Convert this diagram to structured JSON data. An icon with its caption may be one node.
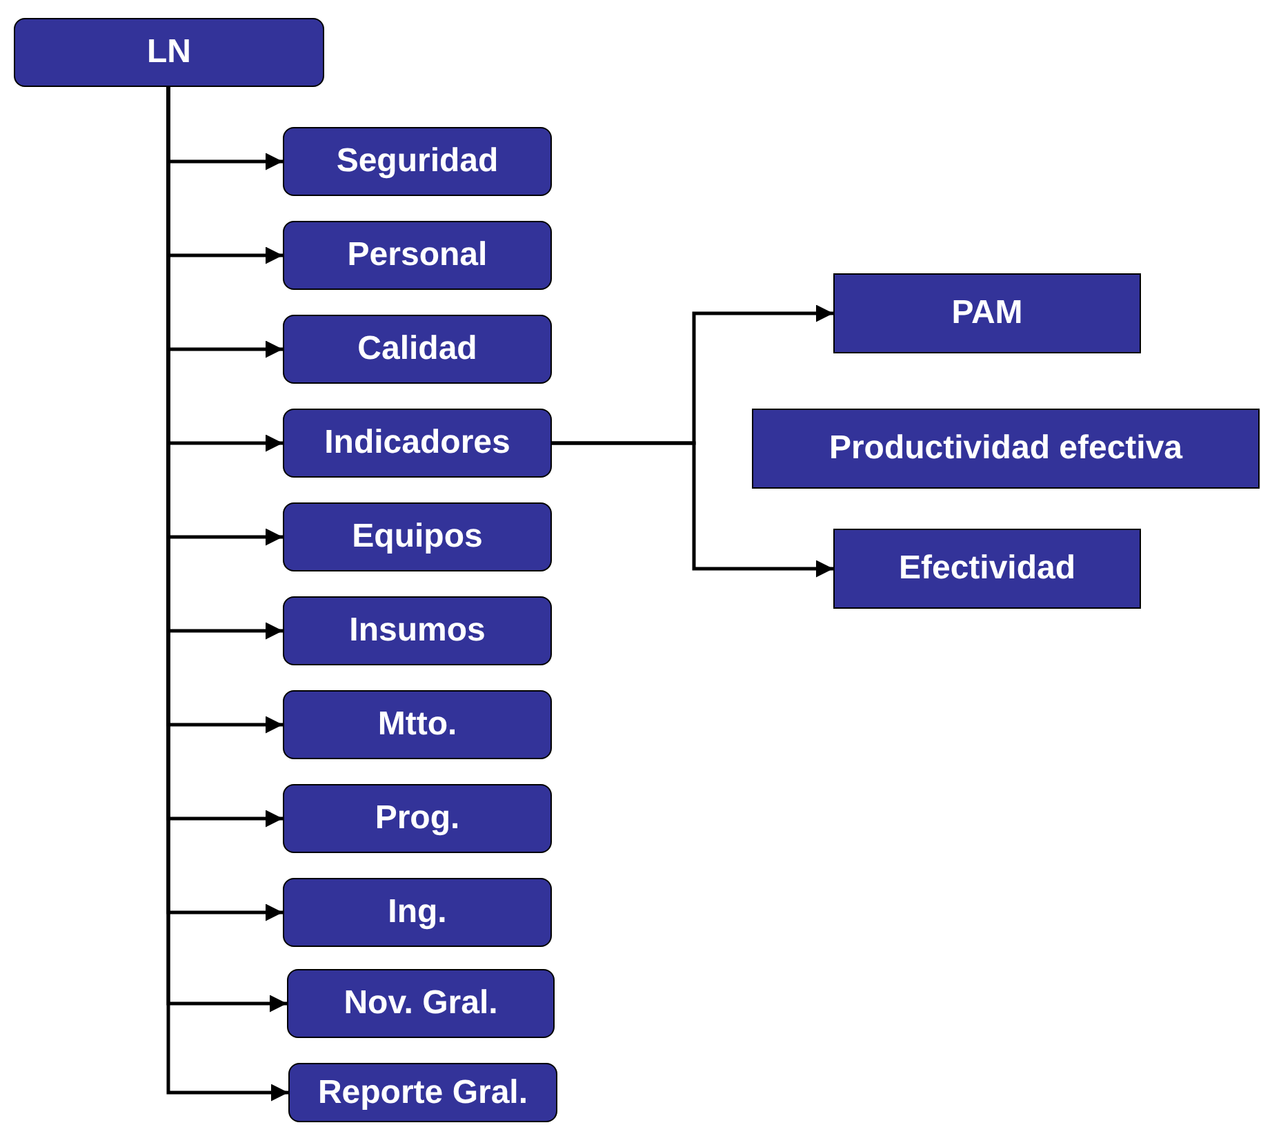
{
  "diagram": {
    "nodes": [
      {
        "text": [
          "LN"
        ]
      },
      {
        "text": [
          "Seguridad"
        ]
      },
      {
        "text": [
          "Personal"
        ]
      },
      {
        "text": [
          "Calidad"
        ]
      },
      {
        "text": [
          "Indicadores"
        ]
      },
      {
        "text": [
          "Equipos"
        ]
      },
      {
        "text": [
          "Insumos"
        ]
      },
      {
        "text": [
          "Mtto."
        ]
      },
      {
        "text": [
          "Prog."
        ]
      },
      {
        "text": [
          "Ing."
        ]
      },
      {
        "text": [
          "Nov. Gral."
        ]
      },
      {
        "text": [
          "Reporte Gral."
        ]
      },
      {
        "text": [
          "PAM"
        ]
      },
      {
        "text": [
          "Productividad efectiva"
        ]
      },
      {
        "text": [
          "Efectividad"
        ]
      }
    ],
    "edges": [
      {
        "from": 0,
        "to": 1,
        "arrow": "to"
      },
      {
        "from": 0,
        "to": 2,
        "arrow": "to"
      },
      {
        "from": 0,
        "to": 3,
        "arrow": "to"
      },
      {
        "from": 0,
        "to": 4,
        "arrow": "to"
      },
      {
        "from": 0,
        "to": 5,
        "arrow": "to"
      },
      {
        "from": 0,
        "to": 6,
        "arrow": "to"
      },
      {
        "from": 0,
        "to": 7,
        "arrow": "to"
      },
      {
        "from": 0,
        "to": 8,
        "arrow": "to"
      },
      {
        "from": 0,
        "to": 9,
        "arrow": "to"
      },
      {
        "from": 0,
        "to": 10,
        "arrow": "to"
      },
      {
        "from": 0,
        "to": 11,
        "arrow": "to"
      },
      {
        "from": 4,
        "to": 12,
        "arrow": "to"
      },
      {
        "from": 4,
        "to": 14,
        "arrow": "to"
      }
    ]
  }
}
